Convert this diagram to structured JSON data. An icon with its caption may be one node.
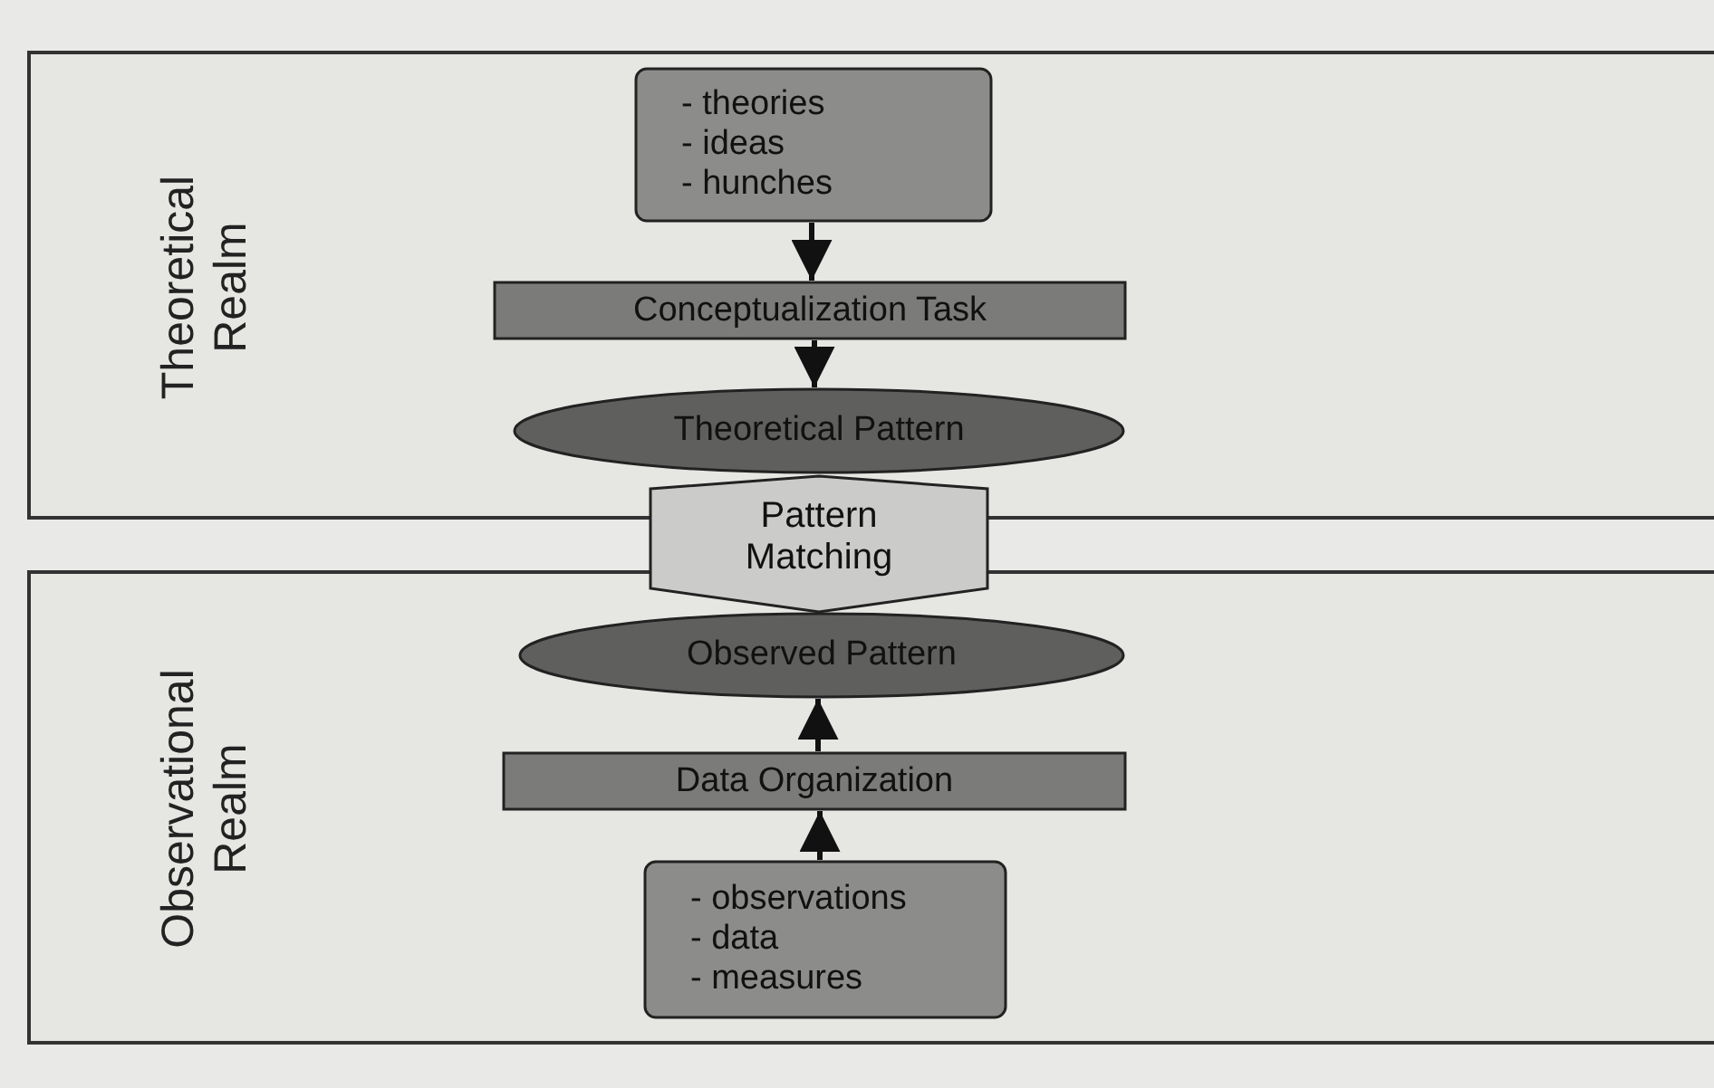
{
  "diagram": {
    "nodes": [
      {
        "text": [
          "Theoretical Realm"
        ]
      },
      {
        "text": [
          "Observational Realm"
        ]
      },
      {
        "text": [
          "- theories",
          "- ideas",
          "- hunches"
        ],
        "in": 0
      },
      {
        "text": [
          "Conceptualization Task"
        ],
        "in": 0
      },
      {
        "text": [
          "Theoretical Pattern"
        ],
        "in": 0
      },
      {
        "text": [
          "Pattern Matching"
        ]
      },
      {
        "text": [
          "Observed Pattern"
        ],
        "in": 1
      },
      {
        "text": [
          "Data Organization"
        ],
        "in": 1
      },
      {
        "text": [
          "- observations",
          "- data",
          "- measures"
        ],
        "in": 1
      }
    ],
    "edges": [
      {
        "from": 2,
        "to": 3,
        "arrow": "to"
      },
      {
        "from": 3,
        "to": 4,
        "arrow": "to"
      },
      {
        "from": 8,
        "to": 7,
        "arrow": "to"
      },
      {
        "from": 7,
        "to": 6,
        "arrow": "to"
      }
    ]
  }
}
